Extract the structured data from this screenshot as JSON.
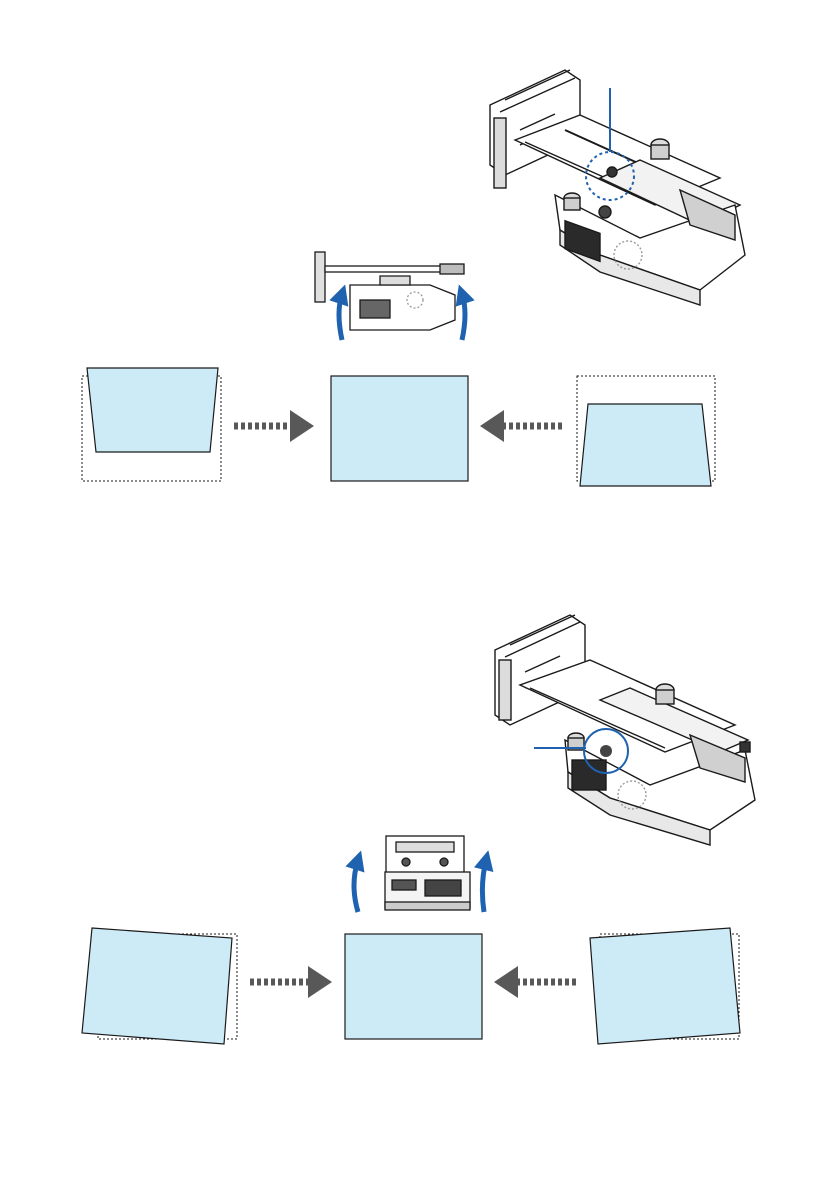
{
  "colors": {
    "screen_fill": "#cdeaf7",
    "arrow_blue": "#1f63b0",
    "arrow_gray": "#585858",
    "line_dark": "#1a1a1a",
    "callout_blue": "#1f63b0"
  },
  "sections": [
    {
      "name": "rotation-adjustment-tilt",
      "curved_arrows": "up",
      "screens": [
        "keystone-top-wide",
        "corrected-square",
        "keystone-bottom-wide"
      ],
      "flow_arrows": [
        "right",
        "left"
      ]
    },
    {
      "name": "rotation-adjustment-skew",
      "curved_arrows": "up",
      "screens": [
        "rotated-ccw",
        "corrected-square",
        "rotated-cw"
      ],
      "flow_arrows": [
        "right",
        "left"
      ]
    }
  ],
  "icons": [
    "wall-mount-bracket-icon",
    "projector-icon",
    "adjustment-screw-icon",
    "curved-arrow-icon",
    "dashed-arrow-icon"
  ]
}
